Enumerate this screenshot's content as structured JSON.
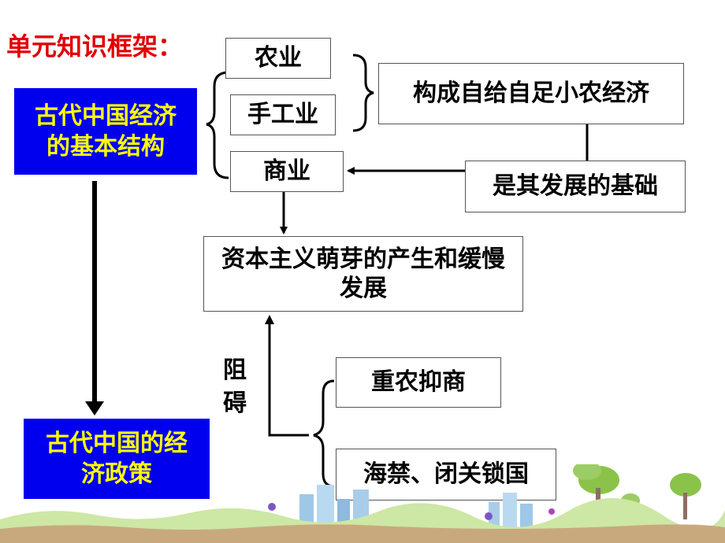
{
  "title": "单元知识框架：",
  "nodes": {
    "basic_structure": "古代中国经济的基本结构",
    "agriculture": "农业",
    "handicraft": "手工业",
    "commerce": "商业",
    "small_peasant": "构成自给自足小农经济",
    "foundation": "是其发展的基础",
    "capitalism": "资本主义萌芽的产生和缓慢发展",
    "policy": "古代中国的经济政策",
    "physiocracy": "重农抑商",
    "seaban": "海禁、闭关锁国"
  },
  "labels": {
    "obstruct_1": "阻",
    "obstruct_2": "碍"
  },
  "colors": {
    "title": "#e00000",
    "blue_box_bg": "#0000ee",
    "blue_box_text": "#ffff00"
  }
}
